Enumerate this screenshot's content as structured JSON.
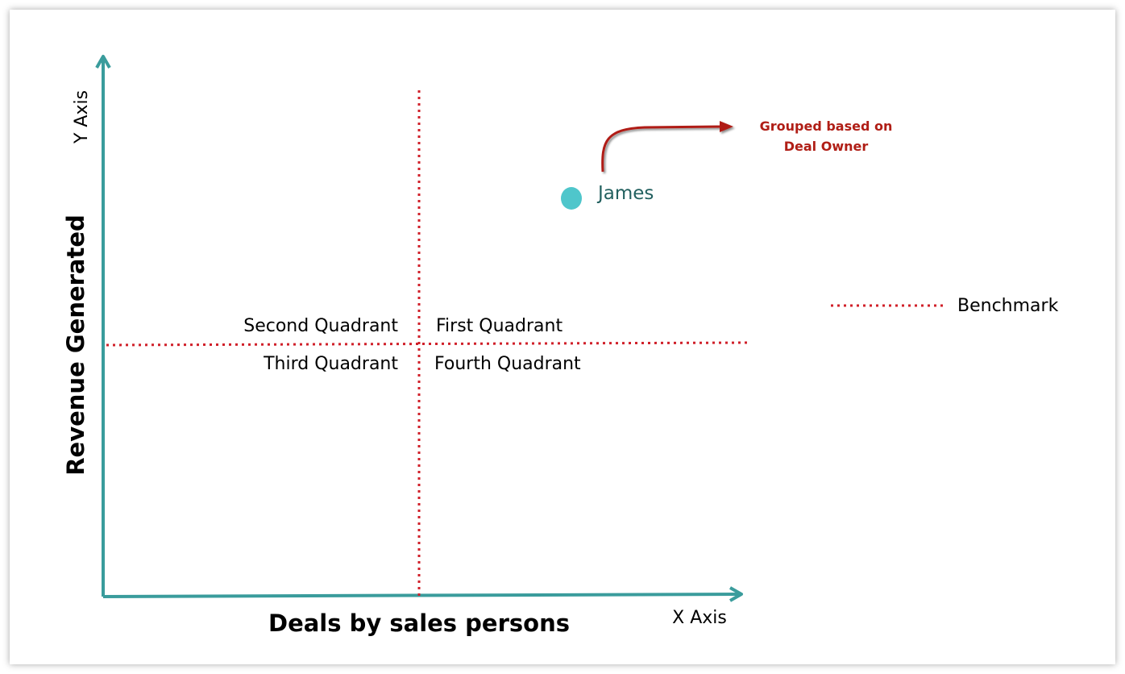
{
  "diagram": {
    "y_axis_label": "Y Axis",
    "x_axis_label": "X Axis",
    "y_axis_title": "Revenue Generated",
    "x_axis_title": "Deals by sales persons",
    "quadrants": {
      "second": "Second Quadrant",
      "first": "First Quadrant",
      "third": "Third Quadrant",
      "fourth": "Fourth Quadrant"
    },
    "point_label": "James",
    "annotation_line1": "Grouped based on",
    "annotation_line2": "Deal Owner",
    "legend_label": "Benchmark"
  },
  "colors": {
    "axis": "#3a9c9c",
    "benchmark": "#d0202a",
    "point": "#4fc6cb",
    "point_label": "#22605f",
    "annotation": "#b01e16"
  }
}
